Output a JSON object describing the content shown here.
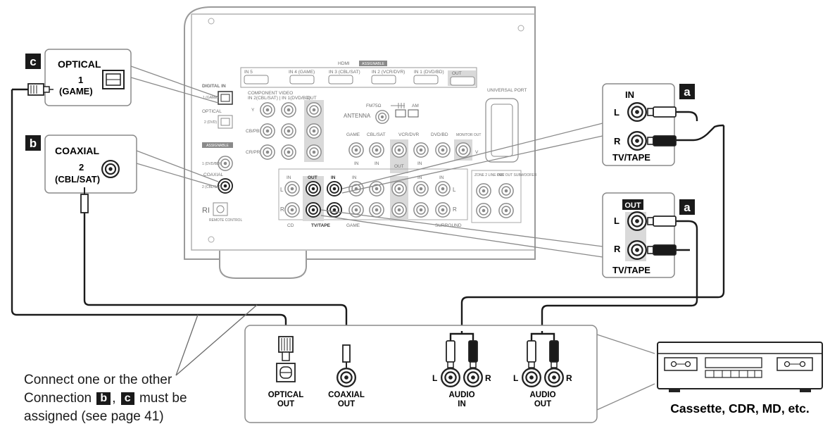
{
  "badges": {
    "a": "a",
    "b": "b",
    "c": "c"
  },
  "optical_callout": {
    "title": "OPTICAL",
    "number": "1",
    "input": "(GAME)"
  },
  "coaxial_callout": {
    "title": "COAXIAL",
    "number": "2",
    "input": "(CBL/SAT)"
  },
  "in_callout": {
    "title": "IN",
    "left": "L",
    "right": "R",
    "name": "TV/TAPE"
  },
  "out_callout": {
    "title": "OUT",
    "left": "L",
    "right": "R",
    "name": "TV/TAPE"
  },
  "recorder_panel": {
    "optical_out": [
      "OPTICAL",
      "OUT"
    ],
    "coaxial_out": [
      "COAXIAL",
      "OUT"
    ],
    "audio_in": [
      "AUDIO",
      "IN"
    ],
    "audio_out": [
      "AUDIO",
      "OUT"
    ],
    "left": "L",
    "right": "R"
  },
  "device_caption": "Cassette, CDR, MD, etc.",
  "note": {
    "line1": "Connect one or the other",
    "line2_pre": "Connection",
    "line2_sep": ",",
    "line2_post": "must be",
    "line3": "assigned (see page 41)"
  },
  "receiver_labels": {
    "hdmi": "HDMI",
    "assignable": "ASSIGNABLE",
    "hdmi_inputs": [
      "IN 5",
      "IN 4 (GAME)",
      "IN 3 (CBL/SAT)",
      "IN 2 (VCR/DVR)",
      "IN 1 (DVD/BD)",
      "OUT"
    ],
    "component_video": "COMPONENT VIDEO",
    "component_inputs": "IN 2(CBL/SAT) | IN 1(DVD/BD)",
    "comp_out": "OUT",
    "y": "Y",
    "cb": "CB/PB",
    "cr": "CR/PR",
    "digital_in": "DIGITAL IN",
    "digital_game": "1 (GAME)",
    "digital_optical": "OPTICAL",
    "digital_dvd": "2 (DVD)",
    "assignable2": "ASSIGNABLE",
    "coax_dvd": "1 (DVD/BD)",
    "coaxial": "COAXIAL",
    "coax_cbl": "2 (CBL/SAT)",
    "fm": "FM75Ω",
    "am": "AM",
    "antenna": "ANTENNA",
    "universal_port": "UNIVERSAL PORT",
    "video_groups": [
      "GAME",
      "CBL/SAT",
      "VCR/DVR",
      "DVD/BD",
      "MONITOR OUT"
    ],
    "in": "IN",
    "out": "OUT",
    "v": "V",
    "l": "L",
    "r": "R",
    "cd": "CD",
    "tvtape": "TV/TAPE",
    "game": "GAME",
    "zone2": "ZONE 2 LINE OUT",
    "preout": "PRE OUT SUBWOOFER",
    "surround": "SURROUND",
    "ri": "RI",
    "remote_control": "REMOTE CONTROL"
  }
}
